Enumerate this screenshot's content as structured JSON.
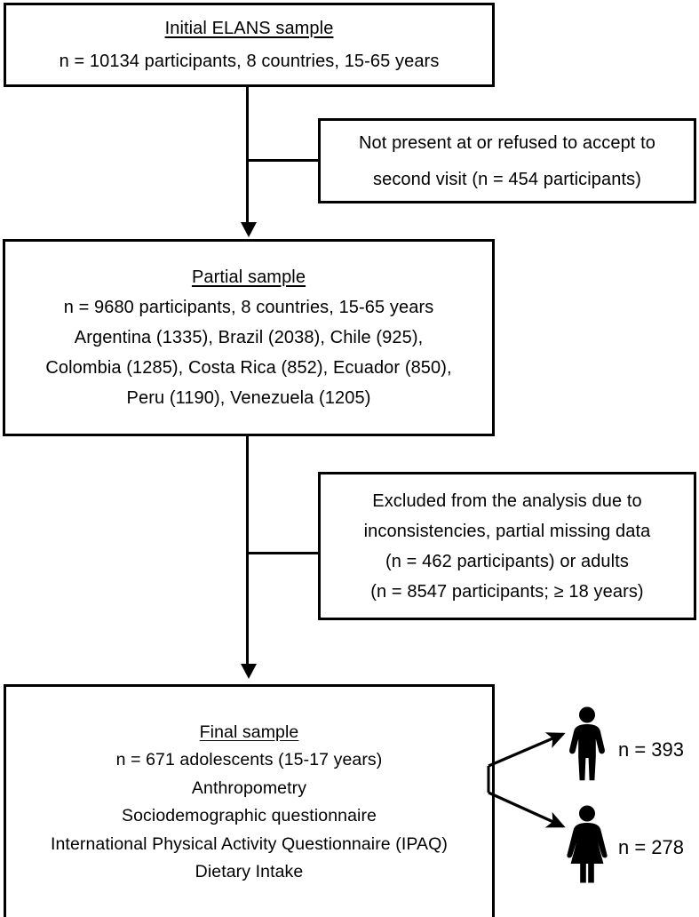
{
  "figure": {
    "type": "flowchart",
    "title": "ELANS participant selection flow diagram"
  },
  "nodes": {
    "initial_sample": {
      "name": "initial-sample-box",
      "title": "Initial ELANS sample",
      "lines": [
        "n = 10134 participants, 8 countries, 15-65 years"
      ]
    },
    "exclusion_1": {
      "name": "exclusion-second-visit-box",
      "lines": [
        "Not present at or refused to accept to",
        "second visit (n = 454 participants)"
      ]
    },
    "partial_sample": {
      "name": "partial-sample-box",
      "title": "Partial sample",
      "lines": [
        "n = 9680 participants, 8 countries, 15-65 years",
        "Argentina  (1335), Brazil  (2038), Chile  (925),",
        "Colombia  (1285), Costa Rica  (852), Ecuador  (850),",
        "Peru  (1190), Venezuela  (1205)"
      ]
    },
    "exclusion_2": {
      "name": "exclusion-analysis-box",
      "lines": [
        "Excluded  from  the  analysis due to",
        "inconsistencies, partial missing data",
        "(n = 462 participants) or adults",
        "(n = 8547 participants; ≥ 18 years)"
      ]
    },
    "final_sample": {
      "name": "final-sample-box",
      "title": "Final sample",
      "lines": [
        "n = 671 adolescents (15-17 years)",
        "Anthropometry",
        "Sociodemographic  questionnaire",
        "International Physical Activity Questionnaire (IPAQ)",
        "Dietary Intake"
      ]
    }
  },
  "outcomes": [
    {
      "icon": "male-figure-icon",
      "label": "n = 393",
      "count": 393
    },
    {
      "icon": "female-figure-icon",
      "label": "n = 278",
      "count": 278
    }
  ],
  "counts": {
    "initial_participants": 10134,
    "not_present_or_refused": 454,
    "partial_participants": 9680,
    "excluded_inconsistencies": 462,
    "excluded_adults": 8547,
    "final_adolescents": 671,
    "male": 393,
    "female": 278,
    "countries": [
      {
        "name": "Argentina",
        "n": 1335
      },
      {
        "name": "Brazil",
        "n": 2038
      },
      {
        "name": "Chile",
        "n": 925
      },
      {
        "name": "Colombia",
        "n": 1285
      },
      {
        "name": "Costa Rica",
        "n": 852
      },
      {
        "name": "Ecuador",
        "n": 850
      },
      {
        "name": "Peru",
        "n": 1190
      },
      {
        "name": "Venezuela",
        "n": 1205
      }
    ]
  },
  "colors": {
    "stroke": "#000000",
    "background": "#ffffff",
    "text": "#000000"
  }
}
